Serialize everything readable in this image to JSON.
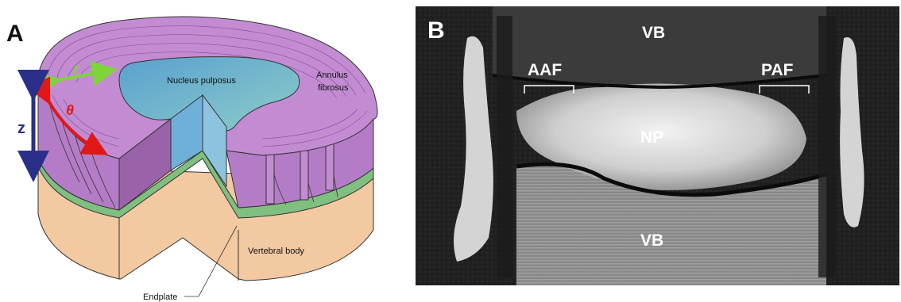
{
  "panel_a": {
    "letter": "A",
    "labels": {
      "nucleus": "Nucleus pulposus",
      "annulus_1": "Annulus",
      "annulus_2": "fibrosus",
      "vertebral": "Vertebral body",
      "endplate": "Endplate"
    },
    "axes": {
      "r": "r",
      "theta": "θ",
      "z": "z"
    },
    "colors": {
      "annulus": "#c38cd2",
      "nucleus": "#5aa0cf",
      "endplate": "#7fbf7f",
      "vertebral": "#f3c9a2",
      "r_arrow": "#7fd43a",
      "theta_arrow": "#e01818",
      "z_arrow": "#2a2f8a"
    }
  },
  "panel_b": {
    "letter": "B",
    "labels": {
      "vb_top": "VB",
      "vb_bottom": "VB",
      "np": "NP",
      "aaf": "AAF",
      "paf": "PAF"
    }
  }
}
